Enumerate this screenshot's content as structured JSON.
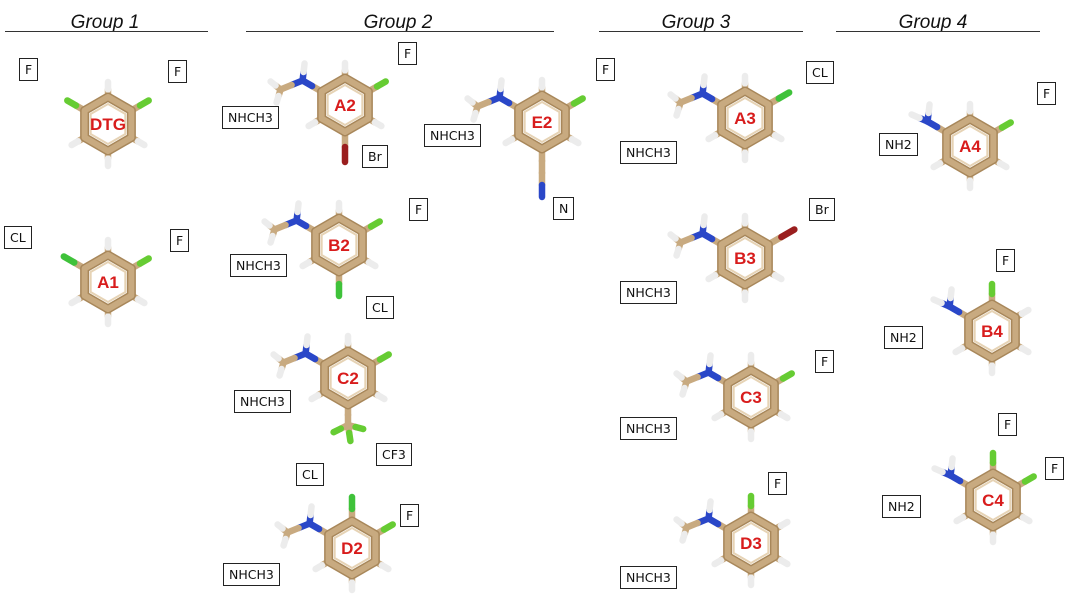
{
  "groups": [
    {
      "title": "Group 1"
    },
    {
      "title": "Group 2"
    },
    {
      "title": "Group 3"
    },
    {
      "title": "Group 4"
    }
  ],
  "colors": {
    "carbon": "#c8aa80",
    "carbon_dark": "#a8875a",
    "hydrogen": "#ececec",
    "nitrogen": "#2a47c8",
    "fluorine": "#66cc33",
    "chlorine": "#3fc23a",
    "bromine": "#9a1e1e",
    "molecule_label": "#d81c1c"
  },
  "molecules": {
    "DTG": {
      "name": "DTG",
      "labels": [
        "F",
        "F"
      ]
    },
    "A1": {
      "name": "A1",
      "labels": [
        "CL",
        "F"
      ]
    },
    "A2": {
      "name": "A2",
      "labels": [
        "NHCH3",
        "F",
        "Br"
      ]
    },
    "E2": {
      "name": "E2",
      "labels": [
        "NHCH3",
        "F",
        "N"
      ]
    },
    "B2": {
      "name": "B2",
      "labels": [
        "NHCH3",
        "F",
        "CL"
      ]
    },
    "C2": {
      "name": "C2",
      "labels": [
        "NHCH3",
        "CF3"
      ]
    },
    "D2": {
      "name": "D2",
      "labels": [
        "CL",
        "NHCH3",
        "F"
      ]
    },
    "A3": {
      "name": "A3",
      "labels": [
        "NHCH3",
        "CL"
      ]
    },
    "B3": {
      "name": "B3",
      "labels": [
        "NHCH3",
        "Br"
      ]
    },
    "C3": {
      "name": "C3",
      "labels": [
        "NHCH3",
        "F"
      ]
    },
    "D3": {
      "name": "D3",
      "labels": [
        "NHCH3",
        "F"
      ]
    },
    "A4": {
      "name": "A4",
      "labels": [
        "NH2",
        "F"
      ]
    },
    "B4": {
      "name": "B4",
      "labels": [
        "NH2",
        "F"
      ]
    },
    "C4": {
      "name": "C4",
      "labels": [
        "NH2",
        "F",
        "F"
      ]
    }
  }
}
